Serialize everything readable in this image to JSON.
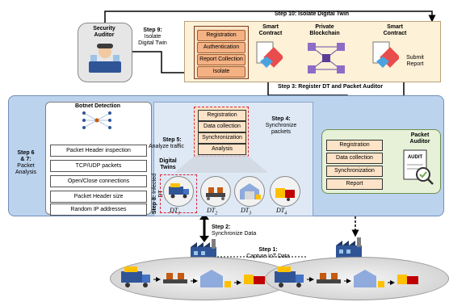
{
  "security_auditor": {
    "label_line1": "Security",
    "label_line2": "Auditor"
  },
  "steps": {
    "step9": {
      "title": "Step 9:",
      "line1": "Isolate",
      "line2": "Digital Twin"
    },
    "step10": "Step 10: Isolate Digital Twin",
    "step3": "Step 3: Register DT and Packet Auditor",
    "step5_title": "Step 5:",
    "step5_text": "Analyze traffic",
    "step4_title": "Step 4:",
    "step4_line1": "Synchronize",
    "step4_line2": "packets",
    "step67_line1": "Step 6",
    "step67_line2": "& 7:",
    "step67_line3": "Packet",
    "step67_line4": "Analysis",
    "step8_line1": "Step 8:",
    "step8_line2": "Infected DT",
    "step2_title": "Step 2:",
    "step2_text": "Synchronize Data",
    "step1_title": "Step 1:",
    "step1_text": "Capture IoT Data",
    "submit_line1": "Submit",
    "submit_line2": "Report"
  },
  "top_list": [
    "Registration",
    "Authentication",
    "Report Collection",
    "Isolate"
  ],
  "smart_contract_line1": "Smart",
  "smart_contract_line2": "Contract",
  "private_blockchain_line1": "Private",
  "private_blockchain_line2": "Blockchain",
  "botnet": {
    "title": "Botnet Detection",
    "items": [
      "Packet Header inspection",
      "TCP/UDP packets",
      "Open/Close connections",
      "Packet Header size",
      "Random IP addresses"
    ]
  },
  "dt_list": [
    "Registration",
    "Data collection",
    "Synchronization",
    "Analysis"
  ],
  "digital_twins_line1": "Digital",
  "digital_twins_line2": "Twins",
  "dt_labels": [
    "DT",
    "DT",
    "DT",
    "DT"
  ],
  "dt_subs": [
    "1",
    "2",
    "3",
    "4"
  ],
  "packet_auditor": {
    "title_line1": "Packet",
    "title_line2": "Auditor",
    "items": [
      "Registration",
      "Data collection",
      "Synchronization",
      "Report"
    ],
    "badge": "AUDIT"
  },
  "colors": {
    "orange_btn": "#f4b183",
    "top_bg": "#fdf1d8",
    "band": "#bcd3ee",
    "auditor_bg": "#e6f1d8",
    "alert": "#d9263c"
  }
}
